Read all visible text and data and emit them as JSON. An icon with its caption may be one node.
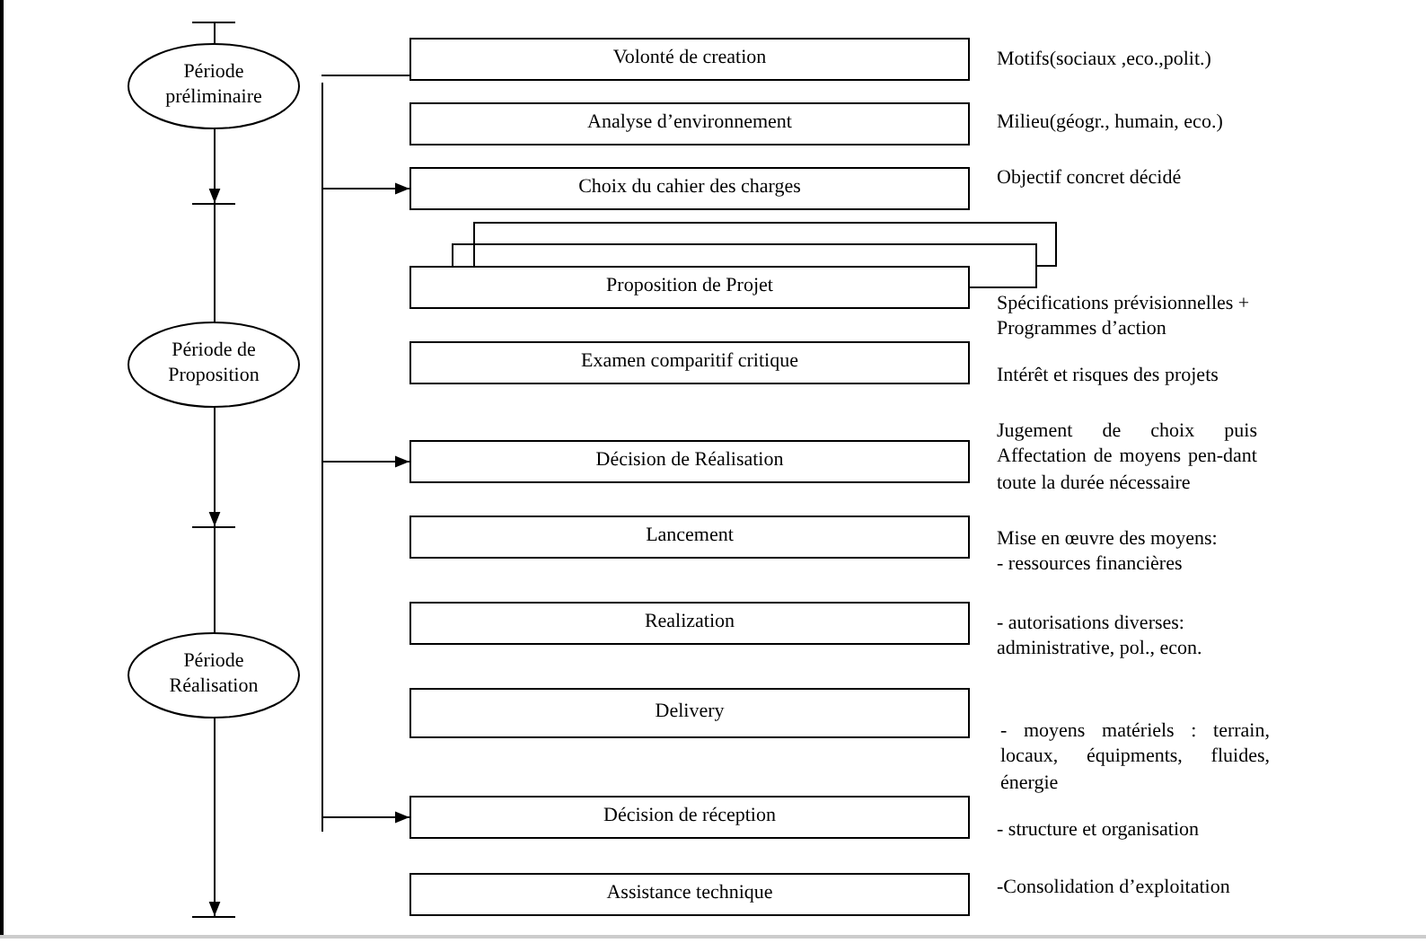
{
  "diagram": {
    "nodes": [
      {
        "text": [],
        "shape": "bar"
      },
      {
        "text": [
          "Période préliminaire"
        ]
      },
      {
        "text": [],
        "shape": "bar"
      },
      {
        "text": [
          "Période de Proposition"
        ]
      },
      {
        "text": [],
        "shape": "bar"
      },
      {
        "text": [
          "Période Réalisation"
        ]
      },
      {
        "text": [],
        "shape": "bar"
      },
      {
        "text": [
          "Volonté de creation"
        ],
        "beside": [
          "Motifs(sociaux ,eco.,polit.)"
        ]
      },
      {
        "text": [
          "Analyse d’environnement"
        ],
        "beside": [
          "Milieu(géogr., humain, eco.)"
        ]
      },
      {
        "text": [
          "Choix du cahier des charges"
        ],
        "beside": [
          "Objectif concret décidé"
        ]
      },
      {
        "text": [
          "Proposition de Projet"
        ],
        "beside": [
          "Spécifications prévisionnelles + Programmes d’action"
        ]
      },
      {
        "text": [
          "Examen comparitif critique"
        ],
        "beside": [
          "Intérêt et risques des projets"
        ]
      },
      {
        "text": [
          "Décision de Réalisation"
        ],
        "beside": [
          "Jugement de choix puis Affectation de moyens pen-dant toute la durée nécessaire"
        ]
      },
      {
        "text": [
          "Lancement"
        ],
        "beside": [
          "Mise en œuvre des moyens: - ressources financières"
        ]
      },
      {
        "text": [
          "Realization"
        ],
        "beside": [
          "- autorisations diverses: administrative, pol., econ."
        ]
      },
      {
        "text": [
          "Delivery"
        ],
        "beside": [
          "- moyens matériels : terrain, locaux, équipments, fluides, énergie"
        ]
      },
      {
        "text": [
          "Décision de réception"
        ],
        "beside": [
          "- structure et organisation"
        ]
      },
      {
        "text": [
          "Assistance technique"
        ],
        "beside": [
          "-Consolidation d’exploitation"
        ]
      }
    ],
    "edges": [
      {
        "from": 0,
        "to": 1,
        "arrow": "none"
      },
      {
        "from": 1,
        "to": 2,
        "arrow": "to"
      },
      {
        "from": 2,
        "to": 3,
        "arrow": "none"
      },
      {
        "from": 3,
        "to": 4,
        "arrow": "to"
      },
      {
        "from": 4,
        "to": 5,
        "arrow": "none"
      },
      {
        "from": 5,
        "to": 6,
        "arrow": "to"
      },
      {
        "from": null,
        "to": 7,
        "arrow": "none"
      },
      {
        "from": null,
        "to": 9,
        "arrow": "to"
      },
      {
        "from": null,
        "to": 12,
        "arrow": "to"
      },
      {
        "from": null,
        "to": 16,
        "arrow": "to"
      }
    ]
  }
}
